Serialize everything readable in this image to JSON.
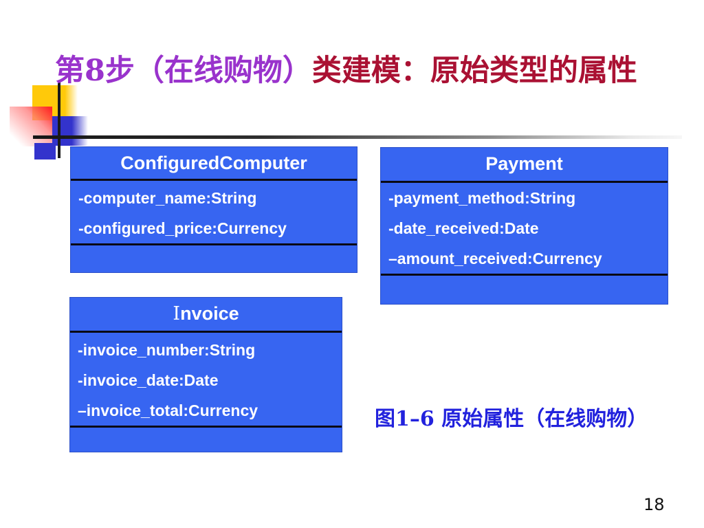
{
  "slide": {
    "title": {
      "part1": "第8步（在线购物）",
      "part2": "类建模：原始类型的属性",
      "part1_color": "#9933CC",
      "part2_color": "#AA1133"
    },
    "caption": {
      "text": "图1–6 原始属性（在线购物）",
      "color": "#2222DD"
    },
    "page_number": "18"
  },
  "diagram": {
    "box_fill_color": "#3765F1",
    "separator_color": "#0a0a14",
    "text_color": "#ffffff",
    "classes": [
      {
        "name": "ConfiguredComputer",
        "attributes": [
          "-computer_name:String",
          "-configured_price:Currency"
        ]
      },
      {
        "name": "Payment",
        "attributes": [
          "-payment_method:String",
          "-date_received:Date",
          "–amount_received:Currency"
        ]
      },
      {
        "name_prefix": "I",
        "name_rest": "nvoice",
        "attributes": [
          "-invoice_number:String",
          "-invoice_date:Date",
          "–invoice_total:Currency"
        ]
      }
    ]
  },
  "decor": {
    "yellow_square_color": "#FFC90A",
    "pink_square_color": "#FF2A2A",
    "blue_square_color": "#3333CC",
    "line_color": "#1a1a1a"
  }
}
